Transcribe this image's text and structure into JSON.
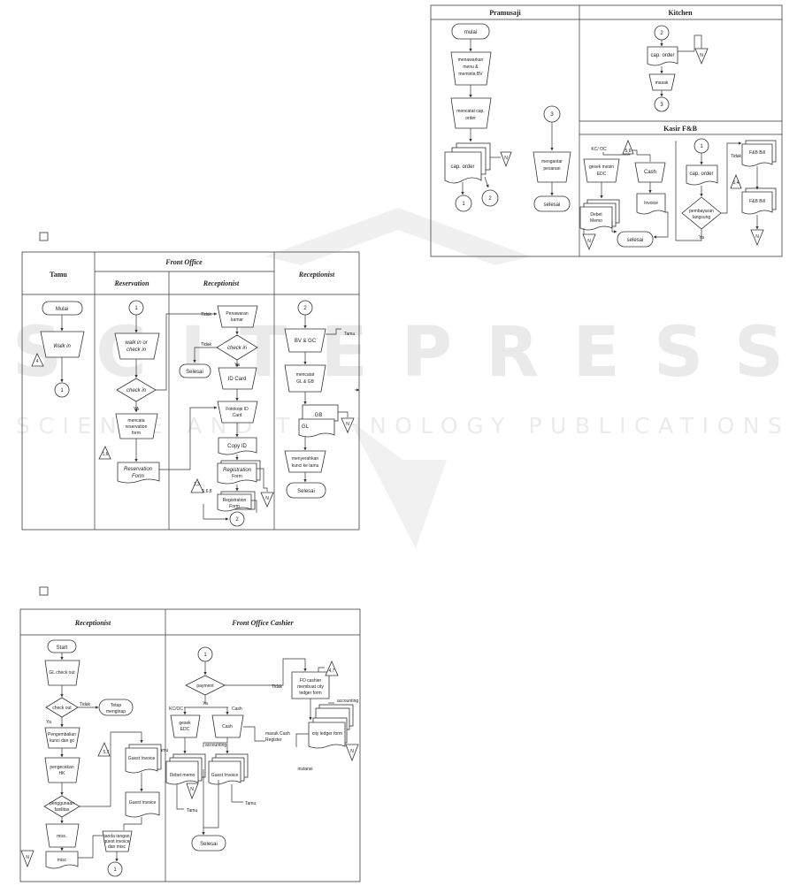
{
  "watermark": {
    "brand": "SCITEPRESS",
    "tagline": "SCIENCE AND TECHNOLOGY PUBLICATIONS"
  },
  "diagram_top": {
    "lanes": {
      "pramusaji": "Pramusaji",
      "kitchen": "Kitchen",
      "kasir": "Kasir F&B"
    },
    "nodes": {
      "mulai": "mulai",
      "menawarkan_1": "menawarkan",
      "menawarkan_2": "menu &",
      "menawarkan_3": "meminta BV",
      "mencatat_1": "mencatat cap.",
      "mencatat_2": "order",
      "cap_order_doc": "cap. order",
      "n1": "N",
      "c1": "1",
      "c2": "2",
      "c3": "3",
      "mengantar_1": "mengantar",
      "mengantar_2": "pesanan",
      "selesai": "selesai",
      "k_c2": "2",
      "k_cap_order": "cap. order",
      "k_n": "N",
      "k_masak": "masak",
      "k_c3": "3",
      "kc_oc": "KC/ OC",
      "gesek_1": "gesek mesin",
      "gesek_2": "EDC",
      "tri_56": "5,6",
      "cash": "Cash",
      "debet_1": "Debet",
      "debet_2": "Memo",
      "invoice": "Invoice",
      "kn_left": "N",
      "k_selesai": "selesai",
      "kb_c1": "1",
      "kb_cap_order": "cap. order",
      "pemb_1": "pembayaran",
      "pemb_2": "langsung",
      "ya": "Ya",
      "tidak": "Tidak",
      "tri_54": "5,4",
      "fb_bill_1": "F&B Bill",
      "fb_bill_2": "F&B Bill",
      "kb_n": "N"
    }
  },
  "diagram_mid": {
    "checkbox_label": "",
    "lanes": {
      "tamu": "Tamu",
      "front_office": "Front Office",
      "reservation": "Reservation",
      "receptionist_a": "Receptionist",
      "receptionist_b": "Receptionist"
    },
    "nodes": {
      "mulai": "Mulai",
      "walk_in": "Walk in",
      "tri_4": "4",
      "c1": "1",
      "r_c1": "1",
      "walkin_or_1": "walk in or",
      "walkin_or_2": "check in",
      "check_in_dec": "check in",
      "ya": "YA",
      "mencatat_1": "mencata",
      "mencatat_2": "reservation",
      "mencatat_3": "form",
      "tri_16": "1,6",
      "res_form_1": "Reservation",
      "res_form_2": "Form",
      "tidak_top": "Tidak",
      "penawaran_1": "Penawaran",
      "penawaran_2": "kamar",
      "tidak_left": "Tidak",
      "check_in_rc": "check in",
      "ya_rc": "Ya",
      "selesai_left": "Selesai",
      "id_card": "ID Card",
      "fotokopi_1": "Fotokopi ID",
      "fotokopi_2": "Card",
      "copy_id": "Copy ID",
      "reg_form_1": "Registration",
      "reg_form_2": "Form",
      "reg_form2_1": "Registration",
      "reg_form2_2": "Form",
      "tri_136": "1,3,",
      "tri_136b": "5,6,8",
      "n_reg": "N",
      "c2": "2",
      "rb_c2": "2",
      "bv_gc": "BV & GC",
      "tamu": "Tamu",
      "mencatat_gl_1": "mencatat",
      "mencatat_gl_2": "GL & GB",
      "gb": "GB",
      "gl": "GL",
      "n_gl": "N",
      "menyerahkan_1": "menyerahkan",
      "menyerahkan_2": "kunci ke tamu",
      "selesai": "Selesai"
    }
  },
  "diagram_bot": {
    "checkbox_label": "",
    "lanes": {
      "receptionist": "Receptionist",
      "fo_cashier": "Front Office Cashier"
    },
    "nodes": {
      "start": "Start",
      "gl_check_out": "GL check out",
      "check_out": "check out",
      "tidak": "Tidak",
      "tetap_1": "Tetap",
      "tetap_2": "menginap",
      "ya": "Ya",
      "pengembalian_1": "Pengembalian",
      "pengembalian_2": "kunci dan gc",
      "pengecekan_1": "pengecekan",
      "pengecekan_2": "HK",
      "fasilitas_1": "penggunaan",
      "fasilitas_2": "fasilitas",
      "tri_57": "5,7",
      "tamu_label": "Tamu",
      "guest_invoice": "Guest Invoice",
      "guest_invoice_2": "Guest Invoice",
      "misc_1": "misc.",
      "misc_2": "misc",
      "tanda_1": "tanda tangan",
      "tanda_2": "guest invoice",
      "tanda_3": "dan misc",
      "c1_bot": "1",
      "n_left": "N",
      "fc_c1": "1",
      "payment": "payment",
      "tidak_pay": "Tidak",
      "ya_pay": "Ya",
      "kc_oc": "KC/OC",
      "cash_lbl": "Cash",
      "gesek_1": "gesek",
      "gesek_2": "EDC",
      "cash_box": "Cash",
      "accounting_1": "accounting",
      "masuk_1": "masuk Cash",
      "masuk_2": "Register",
      "debet_memo": "Debet memo",
      "guest_inv_fc": "Guest Invoice",
      "n_fc": "N",
      "tamu_fc": "Tamu",
      "tamu_fc2": "Tamu",
      "selesai": "Selesai",
      "fo_cashier_1": "FO cashier",
      "fo_cashier_2": "membuat city",
      "fo_cashier_3": "ledger form",
      "tri_47": "4,7",
      "accounting_2": "accounting",
      "city_ledger": "city ledger form",
      "n_cl": "N",
      "instansi": "instansi"
    }
  }
}
